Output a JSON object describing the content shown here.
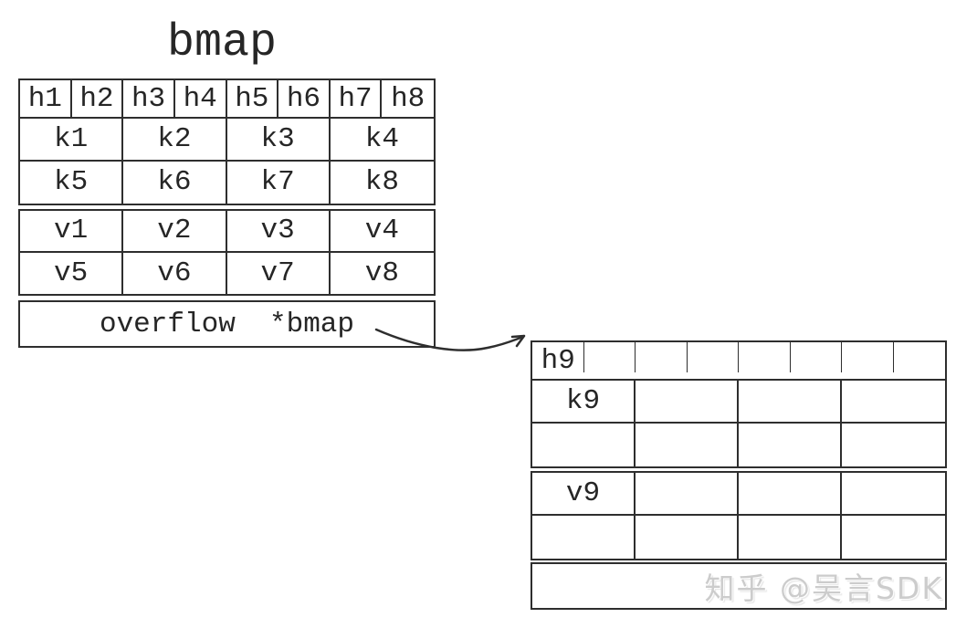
{
  "title": "bmap",
  "colors": {
    "line": "#2e2e2e",
    "background": "#ffffff",
    "watermark": "#cccccc"
  },
  "main_bucket": {
    "header_cells": [
      "h1",
      "h2",
      "h3",
      "h4",
      "h5",
      "h6",
      "h7",
      "h8"
    ],
    "key_rows": [
      [
        "k1",
        "k2",
        "k3",
        "k4"
      ],
      [
        "k5",
        "k6",
        "k7",
        "k8"
      ]
    ],
    "value_rows": [
      [
        "v1",
        "v2",
        "v3",
        "v4"
      ],
      [
        "v5",
        "v6",
        "v7",
        "v8"
      ]
    ],
    "overflow_label": "overflow  *bmap"
  },
  "overflow_bucket": {
    "header_cells": [
      "h9",
      "",
      "",
      "",
      "",
      "",
      "",
      ""
    ],
    "key_rows": [
      [
        "k9",
        "",
        "",
        ""
      ],
      [
        "",
        "",
        "",
        ""
      ]
    ],
    "value_rows": [
      [
        "v9",
        "",
        "",
        ""
      ],
      [
        "",
        "",
        "",
        ""
      ]
    ]
  },
  "watermark": "知乎 @吴言SDK"
}
